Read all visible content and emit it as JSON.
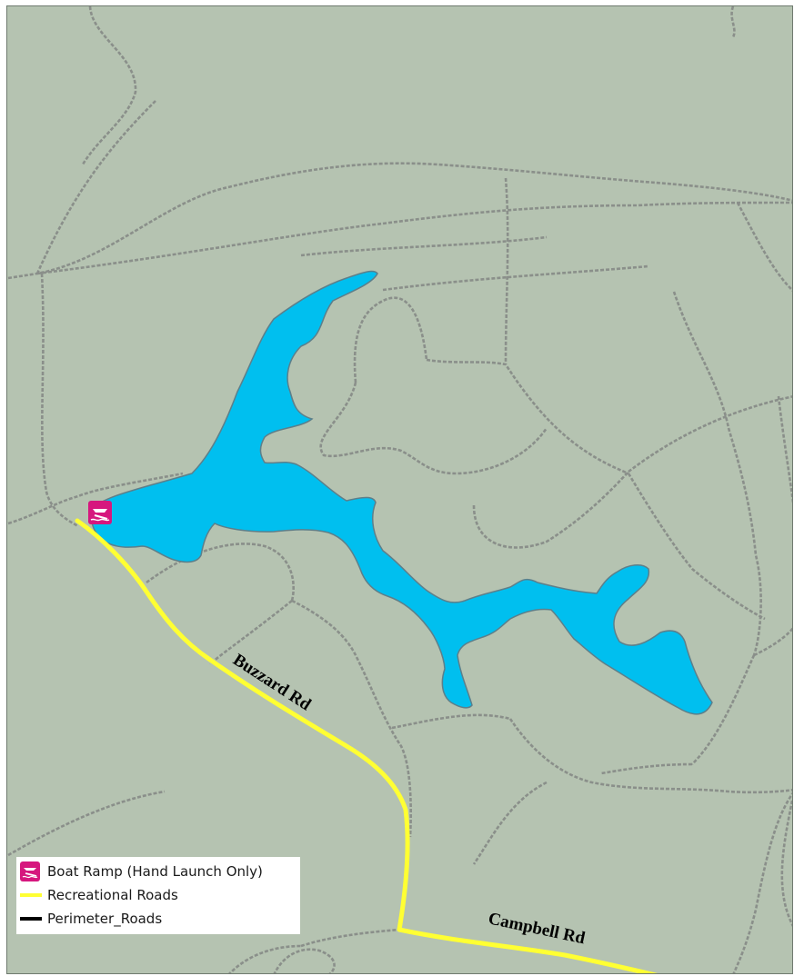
{
  "map": {
    "colors": {
      "land": "#b5c3b1",
      "water": "#00bfef",
      "shoreline": "#5d7f8a",
      "trail": "#8a8f8a",
      "recreational_road": "#ffff33",
      "perimeter_road": "#000000",
      "boat_ramp": "#d6177e"
    },
    "road_labels": {
      "buzzard": "Buzzard Rd",
      "campbell": "Campbell Rd"
    },
    "boat_ramp": {
      "icon": "boat-ramp-icon"
    }
  },
  "legend": {
    "items": [
      {
        "label": "Boat Ramp (Hand Launch Only)",
        "icon": "boat-ramp-icon",
        "color": "#d6177e"
      },
      {
        "label": "Recreational Roads",
        "icon": "yellow-line",
        "color": "#ffff33"
      },
      {
        "label": "Perimeter_Roads",
        "icon": "black-line",
        "color": "#000000"
      }
    ]
  }
}
